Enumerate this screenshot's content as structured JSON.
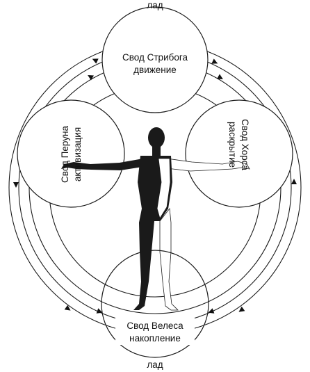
{
  "lad_top": "лад",
  "lad_bottom": "лад",
  "nodes": {
    "stribog": {
      "line1": "Свод Стрибога",
      "line2": "движение"
    },
    "perun": {
      "line1": "Свод Перуна",
      "line2": "активизация"
    },
    "khors": {
      "line1": "Свод Хорса",
      "line2": "раскрытие"
    },
    "veles": {
      "line1": "Свод Велеса",
      "line2": "накопление"
    }
  },
  "figure": "human-figure-illustration"
}
